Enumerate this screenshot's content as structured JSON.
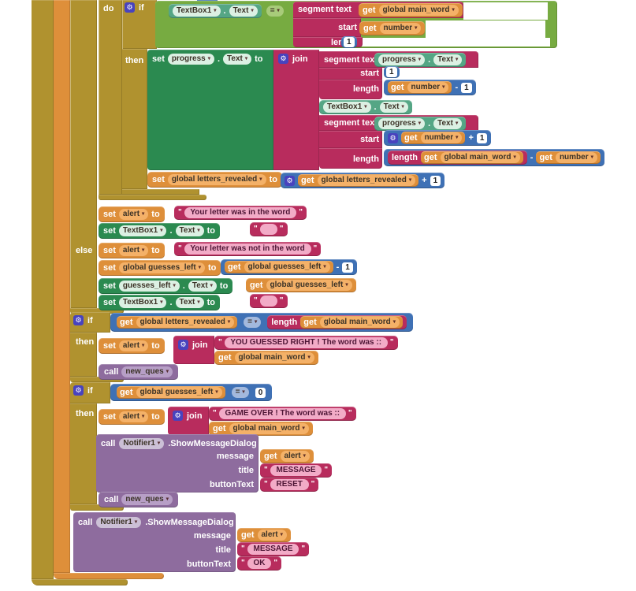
{
  "colors": {
    "control": "#B0922F",
    "variables": "#DE8F3A",
    "varchip": "#F4B168",
    "text": "#B82C5D",
    "text_field": "#F2ABC7",
    "logic": "#77AB41",
    "logicchip": "#A8CB7A",
    "math": "#3F71B5",
    "mathchip": "#A3B9DD",
    "compset": "#2B8A50",
    "compget": "#55A685",
    "compchip": "#DCF0E3",
    "proc": "#8E6C9E",
    "procchip": "#B79FC6",
    "notifchip": "#CCC0D6",
    "gear_bg": "#4843BE"
  },
  "i": {
    "gear": "⚙",
    "dd": "▾"
  },
  "k": {
    "do": "do",
    "if": "if",
    "then": "then",
    "else": "else",
    "set": "set",
    "to": "to",
    "get": "get",
    "call": "call",
    "join": "join",
    "seg": "segment text",
    "start": "start",
    "length": "length",
    "dot": ".",
    "eq": "=",
    "minus": "-",
    "plus": "+",
    "message": "message",
    "title": "title",
    "buttonText": "buttonText",
    "smd": ".ShowMessageDialog",
    "q": "\""
  },
  "c": {
    "textbox": "TextBox1",
    "textprop": "Text",
    "progress": "progress",
    "alert": "alert",
    "number": "number",
    "main_word": "global main_word",
    "letters_revealed": "global letters_revealed",
    "guesses_left_g": "global guesses_left",
    "guesses_left": "guesses_left",
    "new_ques": "new_ques",
    "notifier": "Notifier1"
  },
  "n": {
    "one": "1",
    "zero": "0"
  },
  "s": {
    "in_word": " Your letter was in the word ",
    "not_in_word": " Your letter was not in the word ",
    "empty": " ",
    "right": " YOU GUESSED RIGHT ! The word was :: ",
    "over": " GAME OVER ! The word was :: ",
    "message": " MESSAGE ",
    "reset": " RESET ",
    "ok": " OK "
  }
}
